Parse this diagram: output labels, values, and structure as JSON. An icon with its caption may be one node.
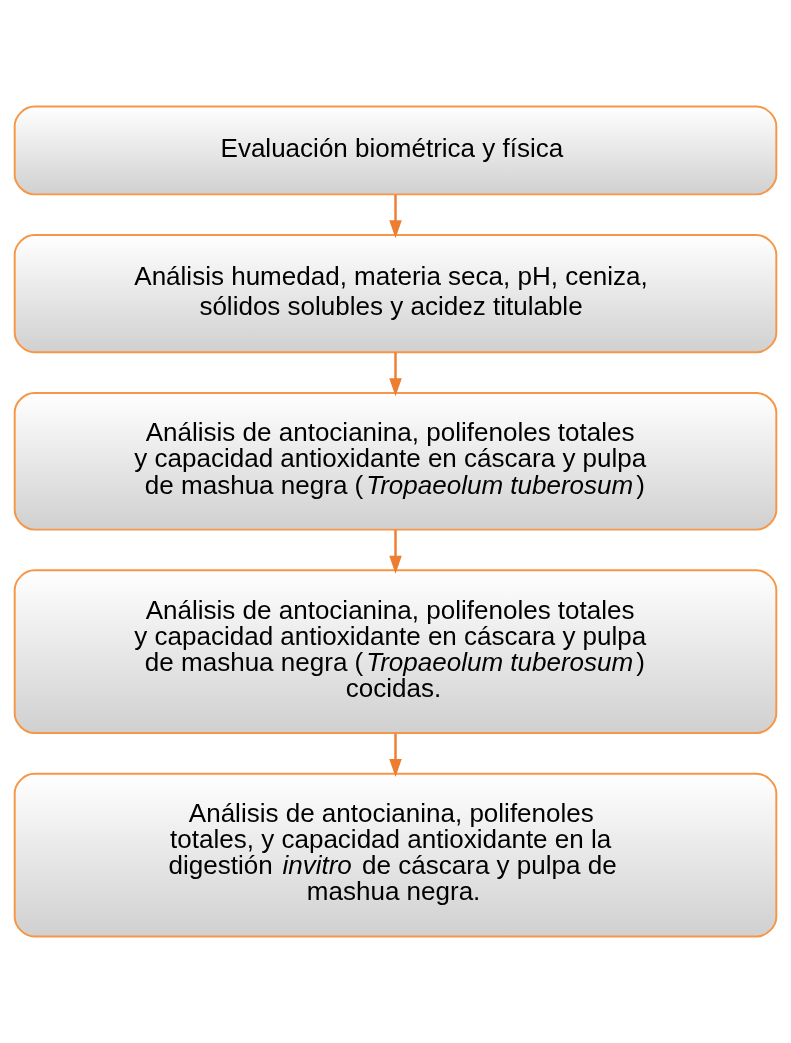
{
  "diagram": {
    "nodes": [
      {
        "text": [
          "Evaluación biométrica y física"
        ]
      },
      {
        "text": [
          "Análisis humedad, materia seca, pH, ceniza, sólidos solubles y acidez titulable"
        ]
      },
      {
        "text": [
          "Análisis de antocianina, polifenoles totales y capacidad antioxidante en cáscara y pulpa de mashua negra (*Tropaeolum tuberosum*)"
        ]
      },
      {
        "text": [
          "Análisis de antocianina, polifenoles totales y capacidad antioxidante en cáscara y pulpa de mashua negra (*Tropaeolum tuberosum*) cocidas."
        ]
      },
      {
        "text": [
          "Análisis de antocianina, polifenoles totales, y capacidad antioxidante en la digestión *invitro* de cáscara y pulpa de mashua negra."
        ]
      }
    ],
    "edges": [
      {
        "from": 0,
        "to": 1,
        "arrow": "to"
      },
      {
        "from": 1,
        "to": 2,
        "arrow": "to"
      },
      {
        "from": 2,
        "to": 3,
        "arrow": "to"
      },
      {
        "from": 3,
        "to": 4,
        "arrow": "to"
      }
    ]
  }
}
